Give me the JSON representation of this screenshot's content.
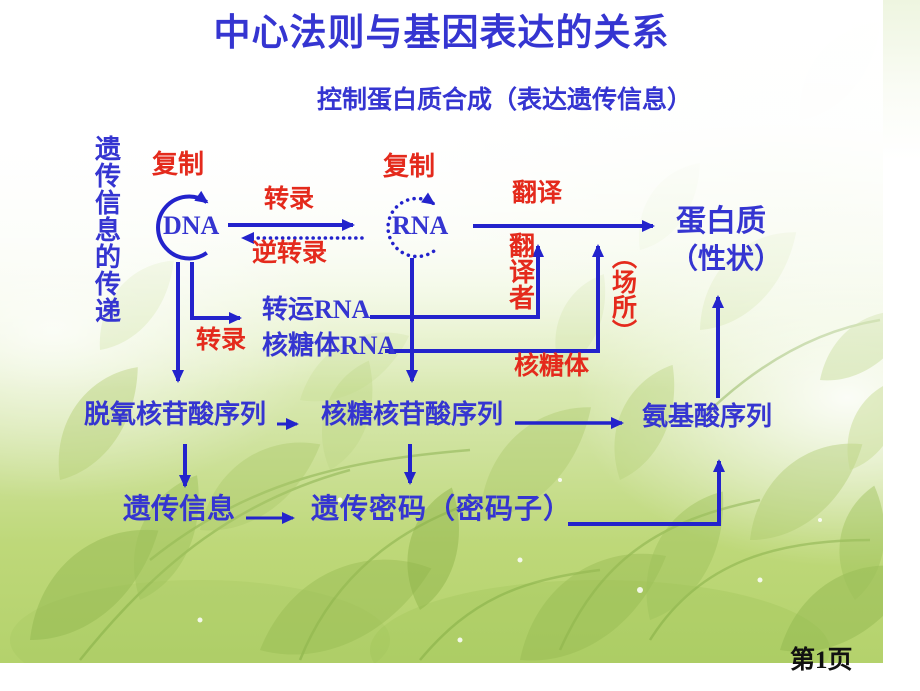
{
  "title": "中心法则与基因表达的关系",
  "subtitle": "控制蛋白质合成（表达遗传信息）",
  "left_caption": "遗传信息的传递",
  "nodes": {
    "dna": "DNA",
    "rna": "RNA",
    "protein": "蛋白质",
    "protein_trait": "（性状）",
    "trna": "转运RNA",
    "rrna": "核糖体RNA",
    "dna_sequence": "脱氧核苷酸序列",
    "rna_sequence": "核糖核苷酸序列",
    "amino_acid_sequence": "氨基酸序列",
    "genetic_information": "遗传信息",
    "genetic_code": "遗传密码（密码子）"
  },
  "process_labels": {
    "replication_dna": "复制",
    "replication_rna": "复制",
    "transcription": "转录",
    "reverse_transcription": "逆转录",
    "translation": "翻译",
    "transcription_trna": "转录",
    "translator": "翻译者",
    "location": "（场所）",
    "ribosome": "核糖体"
  },
  "footer": {
    "page_number": "第1页"
  },
  "colors": {
    "text_blue": "#3535d1",
    "text_red": "#e42a1c",
    "arrow_blue": "#2323cc",
    "page_text": "#111111",
    "bg_green": "#b4d26c"
  },
  "connections": [
    {
      "from": "DNA",
      "to": "DNA",
      "label": "复制",
      "style": "solid-circle"
    },
    {
      "from": "RNA",
      "to": "RNA",
      "label": "复制",
      "style": "dotted-circle"
    },
    {
      "from": "DNA",
      "to": "RNA",
      "label": "转录",
      "style": "solid"
    },
    {
      "from": "RNA",
      "to": "DNA",
      "label": "逆转录",
      "style": "dotted"
    },
    {
      "from": "RNA",
      "to": "蛋白质",
      "label": "翻译",
      "style": "solid"
    },
    {
      "from": "DNA",
      "to": "转运RNA",
      "label": "转录",
      "style": "solid"
    },
    {
      "from": "DNA",
      "to": "脱氧核苷酸序列",
      "label": "",
      "style": "solid"
    },
    {
      "from": "RNA",
      "to": "核糖核苷酸序列",
      "label": "",
      "style": "solid"
    },
    {
      "from": "转运RNA",
      "to": "翻译箭头",
      "label": "翻译者",
      "style": "solid"
    },
    {
      "from": "核糖体RNA",
      "to": "翻译箭头",
      "label": "核糖体（场所）",
      "style": "solid"
    },
    {
      "from": "脱氧核苷酸序列",
      "to": "核糖核苷酸序列",
      "label": "",
      "style": "solid"
    },
    {
      "from": "核糖核苷酸序列",
      "to": "氨基酸序列",
      "label": "",
      "style": "solid"
    },
    {
      "from": "脱氧核苷酸序列",
      "to": "遗传信息",
      "label": "",
      "style": "solid"
    },
    {
      "from": "核糖核苷酸序列",
      "to": "遗传密码（密码子）",
      "label": "",
      "style": "solid"
    },
    {
      "from": "遗传信息",
      "to": "遗传密码（密码子）",
      "label": "",
      "style": "solid"
    },
    {
      "from": "遗传密码（密码子）",
      "to": "氨基酸序列",
      "label": "",
      "style": "solid"
    },
    {
      "from": "氨基酸序列",
      "to": "蛋白质（性状）",
      "label": "",
      "style": "solid"
    }
  ]
}
